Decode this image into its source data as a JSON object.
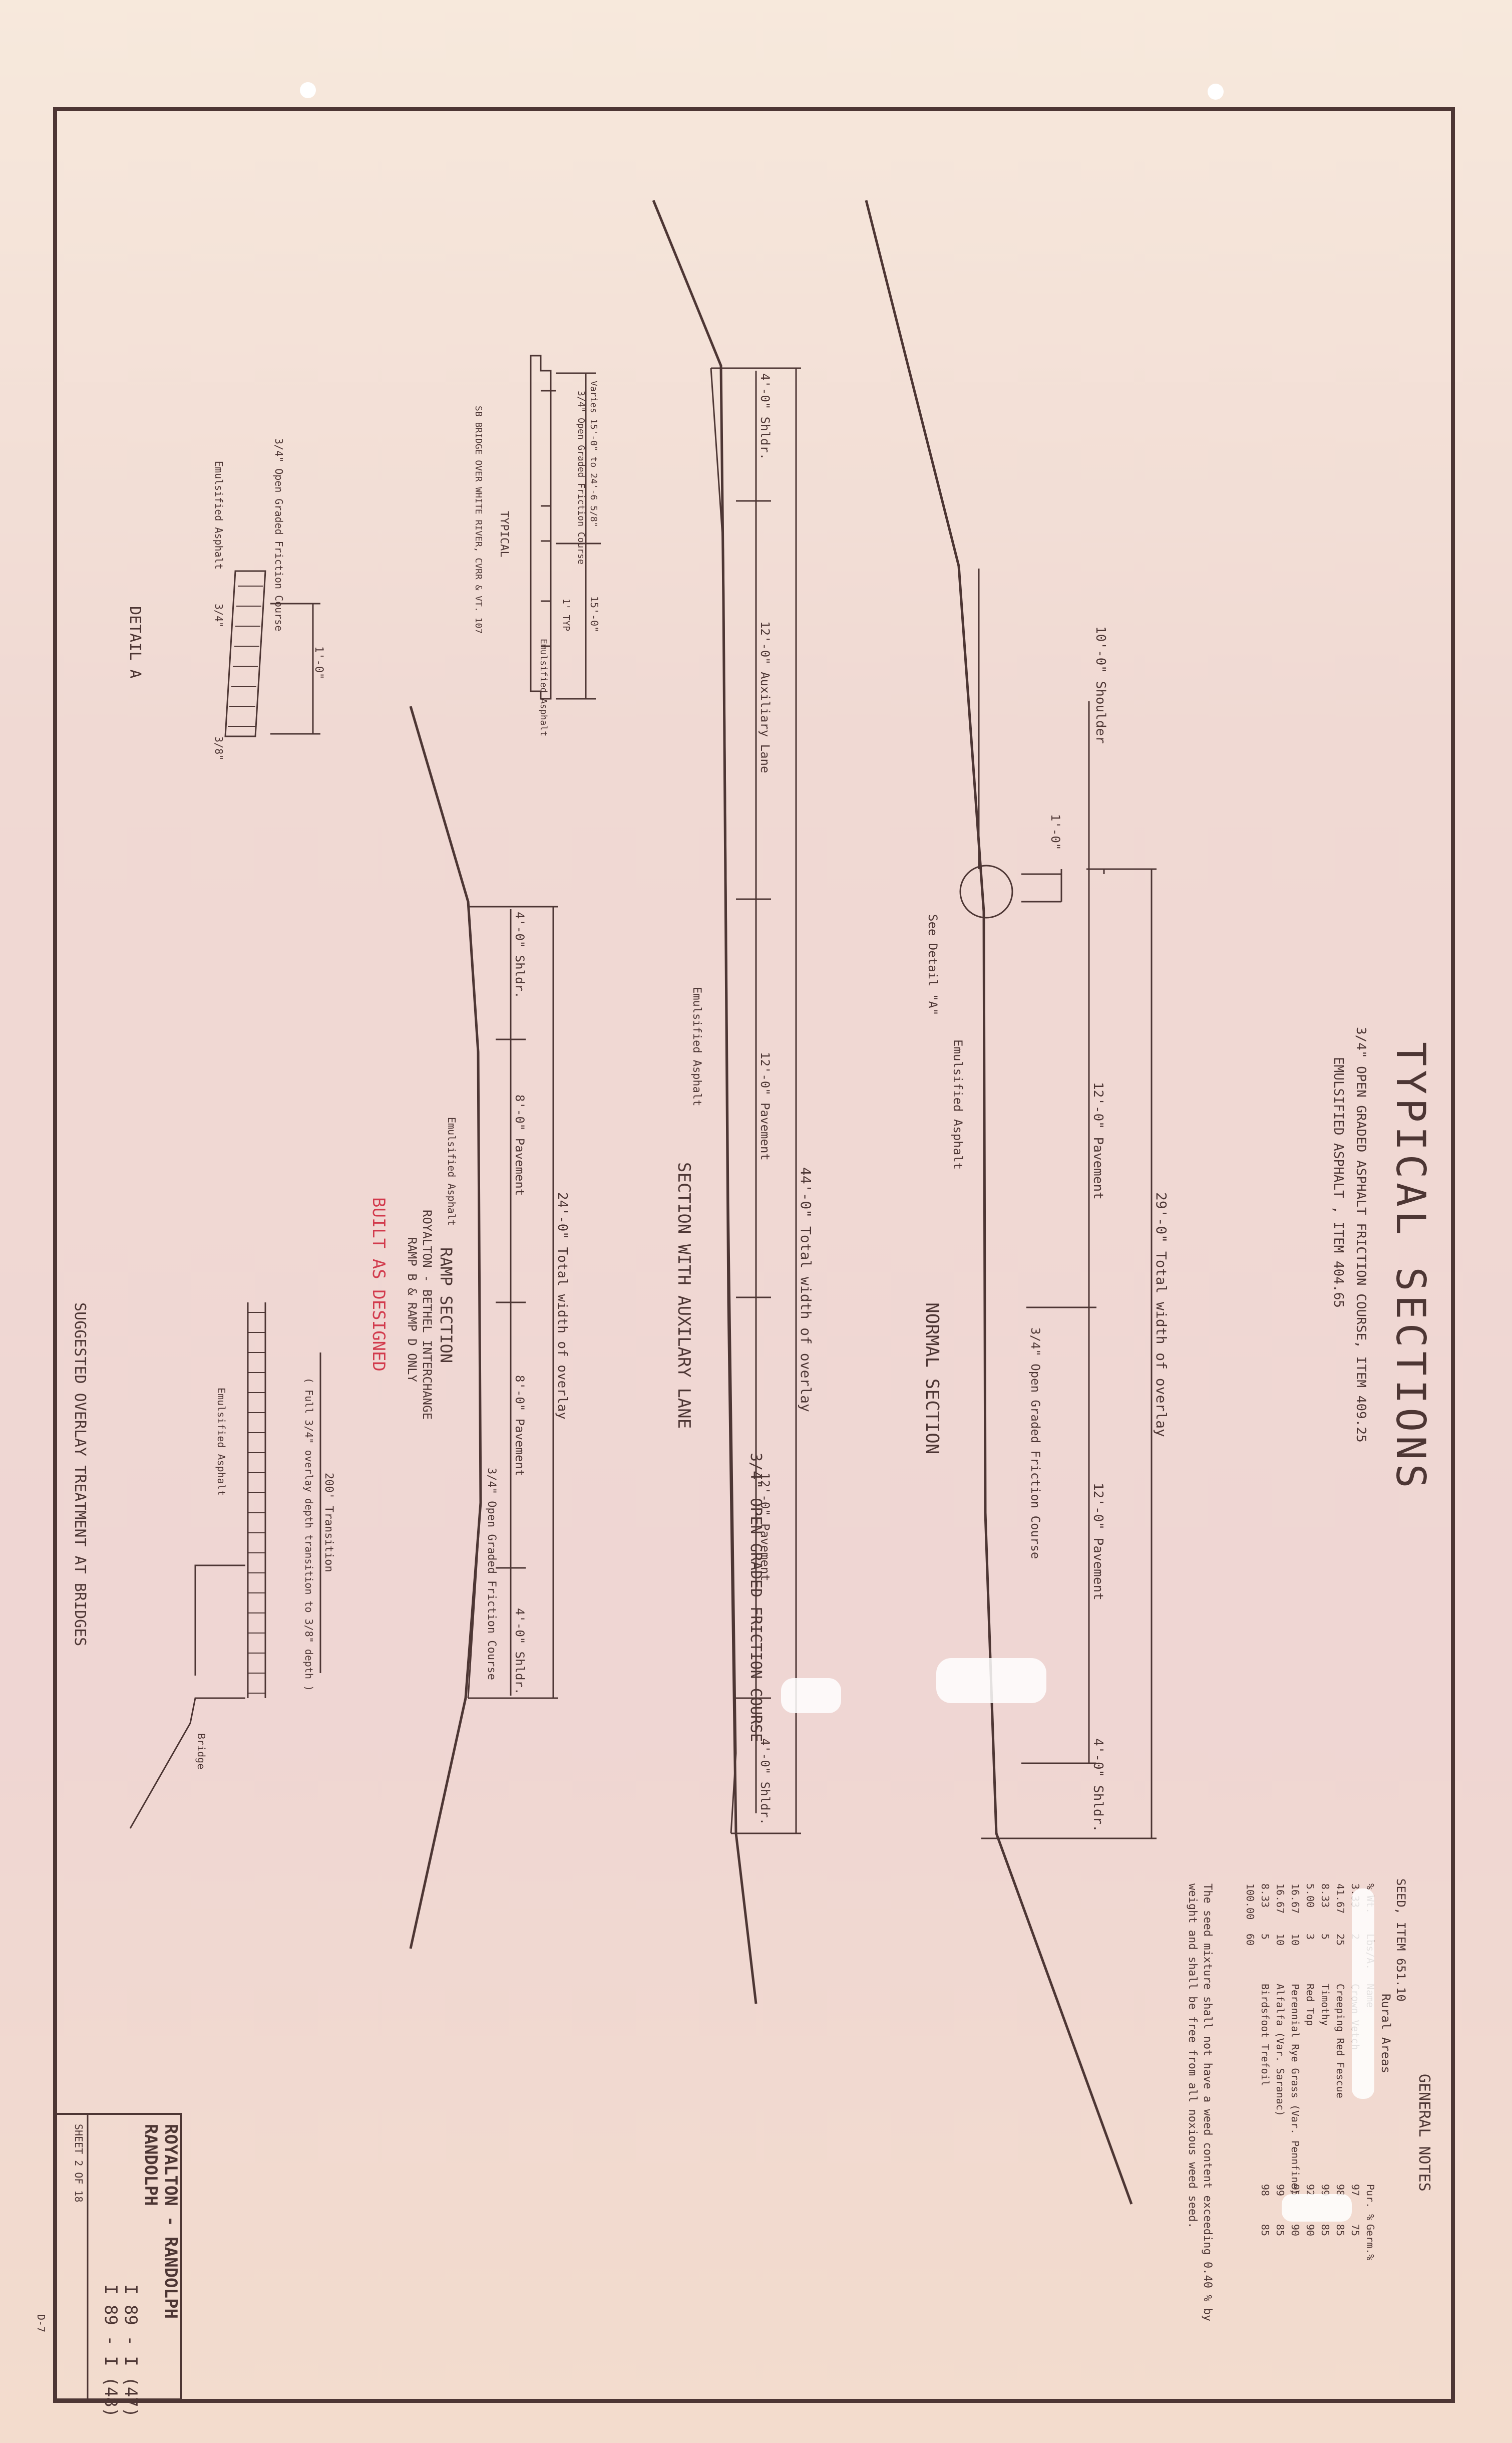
{
  "title": "TYPICAL SECTIONS",
  "subtitle_line1": "3/4\" OPEN GRADED ASPHALT FRICTION COURSE, ITEM 409.25",
  "subtitle_line2": "EMULSIFIED ASPHALT , ITEM 404.65",
  "normal_section": {
    "title": "NORMAL SECTION",
    "shoulder_left": "10'-0\" Shoulder",
    "offset": "1'-0\"",
    "see_detail": "See Detail \"A\"",
    "emulsified": "Emulsified Asphalt",
    "pavement_1": "12'-0\" Pavement",
    "pavement_2": "12'-0\" Pavement",
    "shoulder_right": "4'-0\" Shldr.",
    "total_width": "29'-0\" Total width of overlay",
    "friction_note": "3/4\" Open Graded Friction Course"
  },
  "aux_section": {
    "title": "SECTION WITH AUXILARY LANE",
    "shoulder_left": "4'-0\" Shldr.",
    "aux_lane": "12'-0\" Auxiliary Lane",
    "pavement_1": "12'-0\" Pavement",
    "pavement_2": "12'-0\" Pavement",
    "shoulder_right": "4'-0\" Shldr.",
    "total_width": "44'-0\" Total width of overlay",
    "emulsified": "Emulsified Asphalt",
    "friction_note": "3/4\" OPEN GRADED FRICTION COURSE"
  },
  "bridge_typical": {
    "varies": "Varies 15'-0\" to 24'-6 5/8\"",
    "friction": "3/4\" Open Graded Friction Course",
    "offset": "15'-0\"",
    "typ": "1' TYP",
    "emulsified": "Emulsified Asphalt",
    "label_1": "TYPICAL",
    "label_2": "SB BRIDGE OVER WHITE RIVER, CVRR & VT. 107"
  },
  "ramp_section": {
    "shoulder_left": "4'-0\" Shldr.",
    "pavement_1": "8'-0\" Pavement",
    "pavement_2": "8'-0\" Pavement",
    "shoulder_right": "4'-0\" Shldr.",
    "total_width": "24'-0\" Total width of overlay",
    "emulsified": "Emulsified Asphalt",
    "friction_note": "3/4\" Open Graded Friction Course",
    "title": "RAMP SECTION",
    "sub_1": "ROYALTON - BETHEL INTERCHANGE",
    "sub_2": "RAMP B & RAMP D ONLY",
    "stamp": "BUILT AS DESIGNED"
  },
  "detail_a": {
    "friction": "3/4\" Open Graded Friction Course",
    "emulsified": "Emulsified Asphalt",
    "thick_top": "3/4\"",
    "width": "1'-0\"",
    "thick_bottom": "3/8\"",
    "title": "DETAIL A"
  },
  "bridge_overlay": {
    "transition": "200' Transition",
    "note": "( Full 3/4\" overlay depth transition to 3/8\" depth )",
    "emulsified": "Emulsified Asphalt",
    "bridge": "Bridge",
    "title": "SUGGESTED OVERLAY TREATMENT AT BRIDGES"
  },
  "general_notes": {
    "title": "GENERAL NOTES",
    "seed_item": "SEED, ITEM 651.10",
    "rural_areas": "Rural Areas",
    "headers": [
      "% Wt.",
      "Lbs/A.",
      "Name",
      "Pur. %",
      "Germ.%"
    ],
    "rows": [
      [
        "3.33",
        "2",
        "Crown Vetch",
        "97",
        "75"
      ],
      [
        "41.67",
        "25",
        "Creeping Red Fescue",
        "98",
        "85"
      ],
      [
        "8.33",
        "5",
        "Timothy",
        "99",
        "85"
      ],
      [
        "5.00",
        "3",
        "Red Top",
        "92",
        "90"
      ],
      [
        "16.67",
        "10",
        "Perennial Rye Grass (Var. Pennfine)",
        "95",
        "90"
      ],
      [
        "16.67",
        "10",
        "Alfalfa (Var. Saranac)",
        "99",
        "85"
      ],
      [
        "8.33",
        "5",
        "Birdsfoot Trefoil",
        "98",
        "85"
      ]
    ],
    "total_wt": "100.00",
    "total_lbs": "60",
    "note_1": "The seed mixture shall not have a weed content exceeding 0.40 % by",
    "note_2": "weight and shall be free from all noxious weed seed."
  },
  "title_block": {
    "line_1": "ROYALTON - RANDOLPH",
    "line_2": "RANDOLPH",
    "project_1": "I 89 - I (47)",
    "project_2": "I 89 - I (48)",
    "sheet": "SHEET 2 OF 18",
    "sheet_code": "D-7"
  }
}
